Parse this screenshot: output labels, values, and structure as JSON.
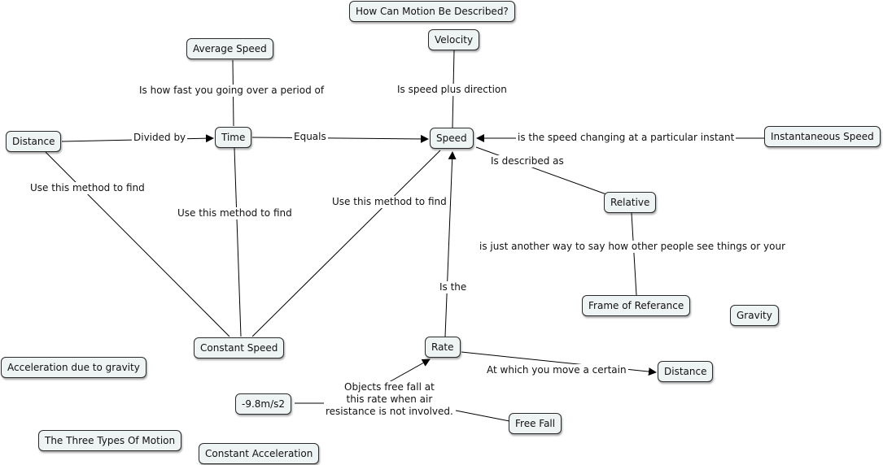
{
  "concepts": {
    "title": "How Can Motion Be Described?",
    "velocity": "Velocity",
    "average_speed": "Average Speed",
    "distance_left": "Distance",
    "time": "Time",
    "speed": "Speed",
    "instantaneous_speed": "Instantaneous Speed",
    "relative": "Relative",
    "frame_of_reference": "Frame of Referance",
    "gravity": "Gravity",
    "constant_speed": "Constant Speed",
    "rate": "Rate",
    "distance_right": "Distance",
    "acceleration_gravity": "Acceleration due to gravity",
    "minus_9_8": "-9.8m/s2",
    "free_fall": "Free Fall",
    "three_types": "The Three Types Of Motion",
    "constant_acceleration": "Constant Acceleration"
  },
  "links": {
    "avg_time": "Is how fast you going over a period of",
    "vel_speed": "Is speed plus direction",
    "divided_by": "Divided by",
    "equals": "Equals",
    "instant": "is the speed changing at a particular instant",
    "described_as": "Is described as",
    "dist_method": "Use this method to find",
    "time_method": "Use this method to find",
    "speed_method": "Use this method to find",
    "relative_frame": "is just another way to say how other people see things or your",
    "is_the": "Is the",
    "at_which": "At which you move a certain",
    "free_fall_line1": "Objects free fall at",
    "free_fall_line2": "this rate when air",
    "free_fall_line3": "resistance is not involved."
  }
}
